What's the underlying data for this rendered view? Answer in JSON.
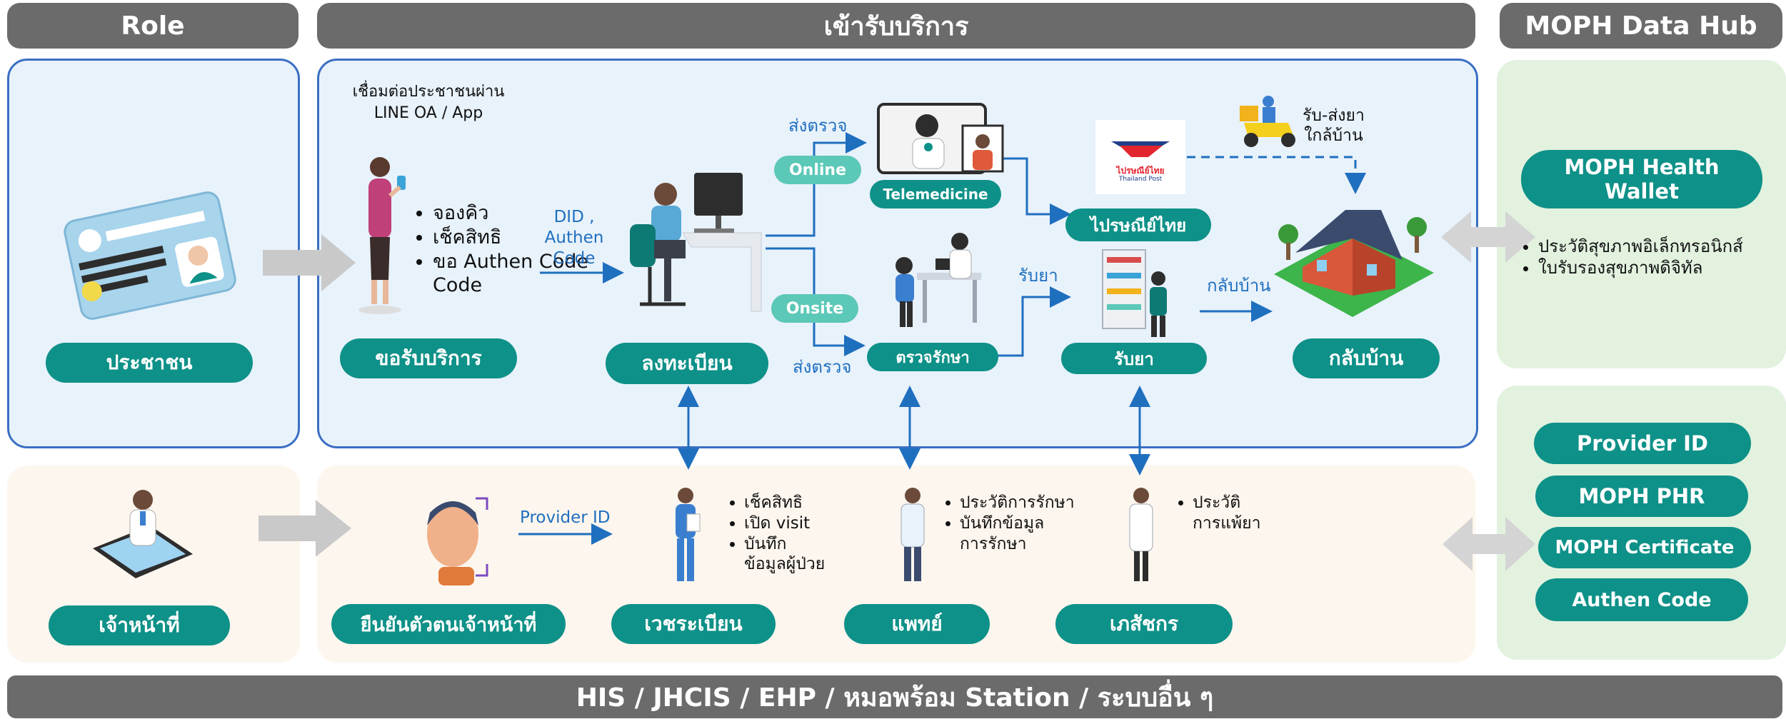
{
  "headers": {
    "role": "Role",
    "service": "เข้ารับบริการ",
    "hub": "MOPH Data Hub"
  },
  "bottom_bar": "HIS / JHCIS / EHP / หมอพร้อม Station / ระบบอื่น ๆ",
  "citizen_row": {
    "role_label": "ประชาชน",
    "connect_note_line1": "เชื่อมต่อประชาชนผ่าน",
    "connect_note_line2": "LINE OA / App",
    "request_bullets": [
      "จองคิว",
      "เช็คสิทธิ",
      "ขอ Authen Code"
    ],
    "request_label": "ขอรับบริการ",
    "did_line1": "DID ,",
    "did_line2": "Authen",
    "did_line3": "Code",
    "register_label": "ลงทะเบียน",
    "send_check_top": "ส่งตรวจ",
    "online": "Online",
    "onsite": "Onsite",
    "send_check_bottom": "ส่งตรวจ",
    "telemedicine": "Telemedicine",
    "examine_label": "ตรวจรักษา",
    "thailand_post": "ไปรษณีย์ไทย",
    "post_logo_line1": "ไปรษณีย์ไทย",
    "post_logo_line2": "Thailand Post",
    "receive_med_arrow": "รับยา",
    "receive_med_label": "รับยา",
    "delivery_line1": "รับ-ส่งยา",
    "delivery_line2": "ใกล้บ้าน",
    "go_home_arrow": "กลับบ้าน",
    "go_home_label": "กลับบ้าน"
  },
  "staff_row": {
    "role_label": "เจ้าหน้าที่",
    "verify_label": "ยืนยันตัวตนเจ้าหน้าที่",
    "provider_id_arrow": "Provider ID",
    "records_bullets": [
      "เช็คสิทธิ",
      "เปิด visit",
      "บันทึก"
    ],
    "records_bullet_cont": "ข้อมูลผู้ป่วย",
    "records_label": "เวชระเบียน",
    "doctor_bullets": [
      "ประวัติการรักษา",
      "บันทึกข้อมูล"
    ],
    "doctor_bullet_cont": "การรักษา",
    "doctor_label": "แพทย์",
    "pharm_bullets": [
      "ประวัติ"
    ],
    "pharm_bullet_cont": "การแพ้ยา",
    "pharm_label": "เภสัชกร"
  },
  "hub": {
    "wallet_line1": "MOPH Health",
    "wallet_line2": "Wallet",
    "wallet_bullets": [
      "ประวัติสุขภาพอิเล็กทรอนิกส์",
      "ใบรับรองสุขภาพดิจิทัล"
    ],
    "provider_id": "Provider ID",
    "phr": "MOPH PHR",
    "certificate": "MOPH Certificate",
    "authen": "Authen Code"
  },
  "colors": {
    "teal": "#0e9188",
    "teal_light": "#5cc8b7",
    "header_gray": "#6b6b6b",
    "panel_blue_bg": "#e8f2fb",
    "panel_blue_border": "#3a6fc2",
    "panel_cream": "#fdf6ee",
    "panel_green": "#e2f2df",
    "arrow_blue": "#1f6fbf"
  },
  "icons": [
    "id-card-icon",
    "woman-phone-icon",
    "computer-desk-icon",
    "telemedicine-icon",
    "doctor-patient-icon",
    "pharmacy-icon",
    "thailand-post-logo",
    "delivery-scooter-icon",
    "house-icon",
    "doctor-tablet-icon",
    "face-scan-icon",
    "records-officer-icon",
    "doctor-icon",
    "pharmacist-icon"
  ]
}
